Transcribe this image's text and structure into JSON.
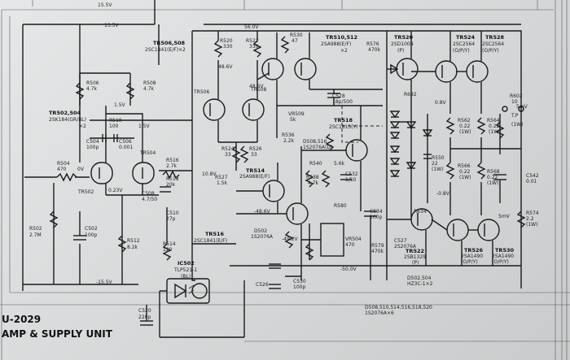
{
  "supply": {
    "v_56": "56.0V",
    "v_13": "13.5V",
    "v_15": "15.5V",
    "v_m15": "-15.5V",
    "v_m48": "-48.6V",
    "v_m49": "-49.2V",
    "v_m50": "-50.0V"
  },
  "title": {
    "model": "U-2029",
    "unit": "AMP & SUPPLY UNIT"
  },
  "labels": {
    "tr506_508": "TR506,508",
    "tr506_508_part": "2SC1841(E/F)×2",
    "tr510_512": "TR510,512",
    "tr510_512_part": "2SA988(E/F)",
    "tr510_512_qty": "×2",
    "tr520": "TR520",
    "tr520_part": "2SD1004",
    "tr520_grade": "(P)",
    "tr524": "TR524",
    "tr524_part": "2SC2564",
    "tr524_grade": "(O/P/Y)",
    "tr528": "TR528",
    "tr528_part": "2SC2564",
    "tr528_grade": "(O/P/Y)",
    "tr502_504": "TR502,504",
    "tr502_504_part": "2SK184(GR/BL)",
    "tr502_504_qty": "×2",
    "r520": "R520",
    "r520_val": "330",
    "r522": "R522",
    "r522_val": "330",
    "r530": "R530",
    "r530_val": "47",
    "r576": "R576",
    "r576_val": "470k",
    "r506": "R506",
    "r506_val": "4.7k",
    "r508": "R508",
    "r508_val": "4.7k",
    "r510": "R510",
    "r510_val": "100",
    "c504": "C504",
    "c504_val": "100p",
    "c506": "C506",
    "c506_val": "0.001",
    "r504": "R504",
    "r504_val": "470",
    "tr502": "TR502",
    "tr504": "TR504",
    "tr506": "TR506",
    "tr508": "TR508",
    "v_0": "0V",
    "v_023": "0.23V",
    "v_15b": "1.5V",
    "v_15c": "1.5V",
    "v_486": "48.6V",
    "v_486b": "48.6V",
    "v_108": "10.8V",
    "r524": "R524",
    "r524_val": "33",
    "r526": "R526",
    "r526_val": "33",
    "r527": "R527",
    "r527_val": "1.5k",
    "tr514": "TR514",
    "tr514_part": "2SA988(E/F)",
    "r516": "R516",
    "r516_val": "2.7k",
    "r518": "R518",
    "r518_val": "20k",
    "c510": "C510",
    "c510_val": "27p",
    "c508": "C508",
    "c508_val": "4.7/50",
    "r514": "R514",
    "r514_val": "120",
    "vr509": "VR509",
    "vr509_val": "5k",
    "c528": "C528",
    "c528_val": "18p/500",
    "tr518": "TR518",
    "tr518_part": "2SC1815(Y)",
    "r536": "R536",
    "r536_val": "2.2k",
    "d508_516": "D508,516",
    "d508_516_part": "1S2076A(D)",
    "r538": "R538",
    "r538_val": "4.7k",
    "c532": "C532",
    "c532_val": "1/50",
    "r540": "R540",
    "r540_val": "5.6k",
    "r580": "R580",
    "c534": "C534",
    "c534_val": "100p",
    "tr516": "TR516",
    "tr516_part": "2SC1841(E/F)",
    "d502": "D502",
    "d502_part": "1S2076A",
    "c526": "C526",
    "c530": "C530",
    "c530_val": "100p",
    "ic502": "IC502",
    "ic502_part": "TLP521-1",
    "ic502_grade": "(BL)",
    "c520": "C520",
    "c520_val": "220p",
    "r502": "R502",
    "r502_val": "2.7M",
    "c502": "C502",
    "c502_val": "100p",
    "r512": "R512",
    "r512_val": "8.2k",
    "vr504": "VR504",
    "vr504_val": "470",
    "r579": "R579",
    "r579_val": "470k",
    "c527": "C527",
    "c527_part": "2S2076A",
    "tr522": "TR522",
    "tr522_part": "2SB1329",
    "tr522_grade": "(P)",
    "tr526": "TR526",
    "tr526_part": "2SA1490",
    "tr526_grade": "(O/P/Y)",
    "tr530": "TR530",
    "tr530_part": "2SA1490",
    "tr530_grade": "(O/P/Y)",
    "d502_504": "D502,504",
    "d502_504_part": "HZ3C-1×2",
    "d508_520": "D508,510,514,516,518,520",
    "d508_520_part": "1S2076A×6",
    "r562": "R562",
    "r562_val": "0.22",
    "r562_w": "(1W)",
    "r564": "R564",
    "r564_val": "0.22",
    "r564_w": "(1W)",
    "r566": "R566",
    "r566_val": "0.22",
    "r566_w": "(1W)",
    "r568": "R568",
    "r568_val": "0.22",
    "r568_w": "(1W)",
    "r602": "R602",
    "r602_val": "10",
    "r602_w": "(1W)",
    "c542": "C542",
    "c542_val": "0.01",
    "r574": "R574",
    "r574_val": "2.2",
    "r574_w": "(1W)",
    "r550": "R550",
    "r550_val": "22",
    "r550_w": "(1W)",
    "r692": "R692",
    "v_08": "0.8V",
    "v_m08": "-0.8V",
    "v_5mv": "5mV",
    "r634": "R634",
    "tp": "T.P"
  }
}
